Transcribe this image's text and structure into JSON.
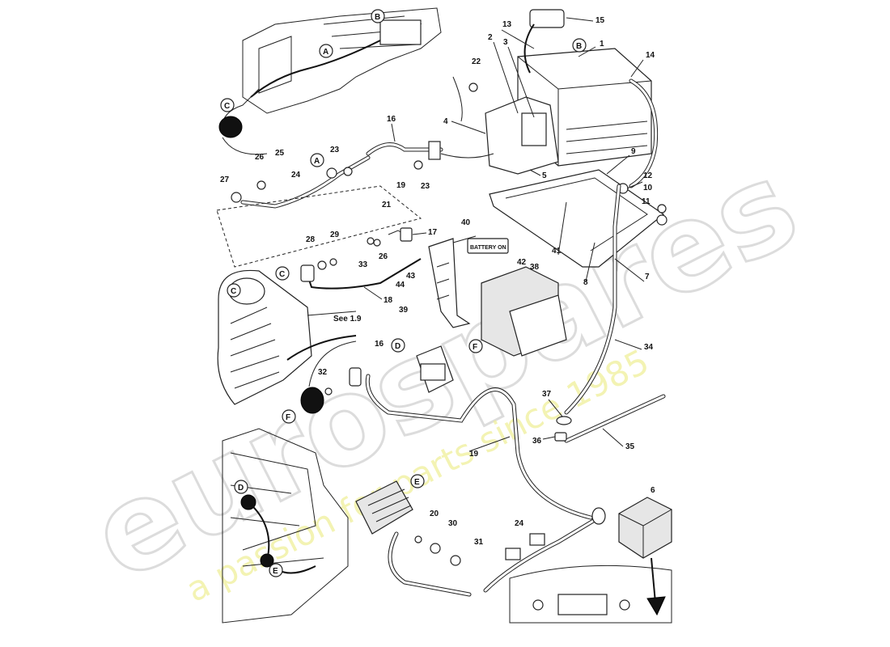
{
  "watermark": {
    "brand": "eurospares",
    "slogan": "a passion for parts since 1985"
  },
  "views": [
    "A",
    "B",
    "C",
    "D",
    "E",
    "F"
  ],
  "callout_numbers": [
    "1",
    "2",
    "3",
    "4",
    "5",
    "6",
    "7",
    "8",
    "9",
    "10",
    "11",
    "12",
    "13",
    "14",
    "15",
    "16",
    "17",
    "18",
    "19",
    "20",
    "21",
    "22",
    "23",
    "24",
    "25",
    "26",
    "27",
    "28",
    "29",
    "30",
    "31",
    "32",
    "33",
    "34",
    "35",
    "36",
    "37",
    "38",
    "39",
    "40",
    "41",
    "42",
    "43",
    "44"
  ],
  "labels": {
    "battery_on": "BATTERY ON",
    "see_ref": "See 1.9"
  },
  "colors": {
    "line": "#222222",
    "background": "#ffffff",
    "watermark_outline": "#dcdcdc",
    "watermark_slogan": "#efef9a"
  }
}
